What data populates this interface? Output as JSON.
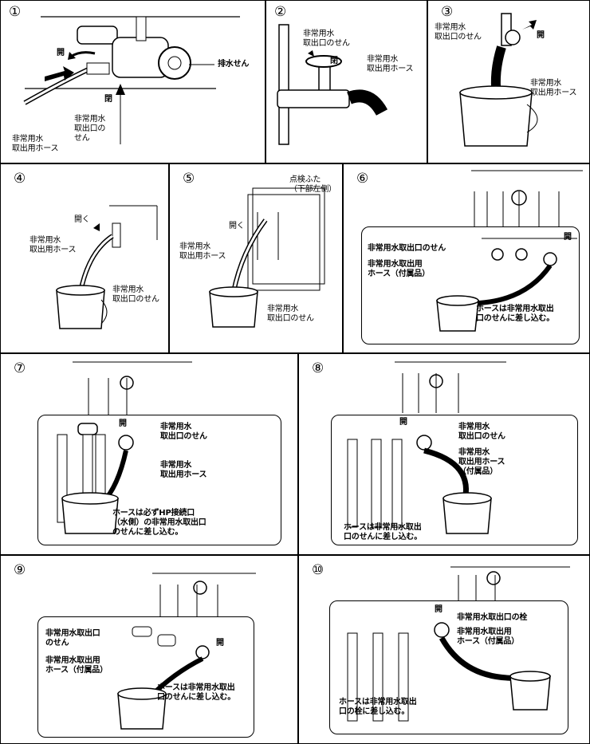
{
  "panels": [
    {
      "num": "①",
      "labels": {
        "open_top": "開",
        "drain": "排水せん",
        "close": "閉",
        "outlet": "非常用水\n取出口の\nせん",
        "hose": "非常用水\n取出用ホース"
      }
    },
    {
      "num": "②",
      "labels": {
        "outlet": "非常用水\n取出口のせん",
        "close": "閉",
        "hose": "非常用水\n取出用ホース"
      }
    },
    {
      "num": "③",
      "labels": {
        "outlet": "非常用水\n取出口のせん",
        "open": "開",
        "hose": "非常用水\n取出用ホース"
      }
    },
    {
      "num": "④",
      "labels": {
        "open": "開く",
        "hose": "非常用水\n取出用ホース",
        "outlet": "非常用水\n取出口のせん"
      }
    },
    {
      "num": "⑤",
      "labels": {
        "cover": "点検ふた\n（下部左側）",
        "open": "開く",
        "hose": "非常用水\n取出用ホース",
        "outlet": "非常用水\n取出口のせん"
      }
    },
    {
      "num": "⑥",
      "labels": {
        "outlet": "非常用水取出口のせん",
        "open": "開",
        "hose": "非常用水取出用\nホース（付属品）",
        "note": "ホースは非常用水取出\n口のせんに差し込む。"
      }
    },
    {
      "num": "⑦",
      "labels": {
        "open": "開",
        "outlet": "非常用水\n取出口のせん",
        "hose": "非常用水\n取出用ホース",
        "note": "ホースは必ずHP接続口\n（水側）の非常用水取出口\nのせんに差し込む。"
      }
    },
    {
      "num": "⑧",
      "labels": {
        "open": "開",
        "outlet": "非常用水\n取出口のせん",
        "hose": "非常用水\n取出用ホース\n（付属品）",
        "note": "ホースは非常用水取出\n口のせんに差し込む。"
      }
    },
    {
      "num": "⑨",
      "labels": {
        "outlet": "非常用水取出口\nのせん",
        "open": "開",
        "hose": "非常用水取出用\nホース（付属品）",
        "note": "ホースは非常用水取出\n口のせんに差し込む。"
      }
    },
    {
      "num": "⑩",
      "labels": {
        "open": "開",
        "outlet": "非常用水取出口の栓",
        "hose": "非常用水取出用\nホース（付属品）",
        "note": "ホースは非常用水取出\n口の栓に差し込む。"
      }
    }
  ]
}
